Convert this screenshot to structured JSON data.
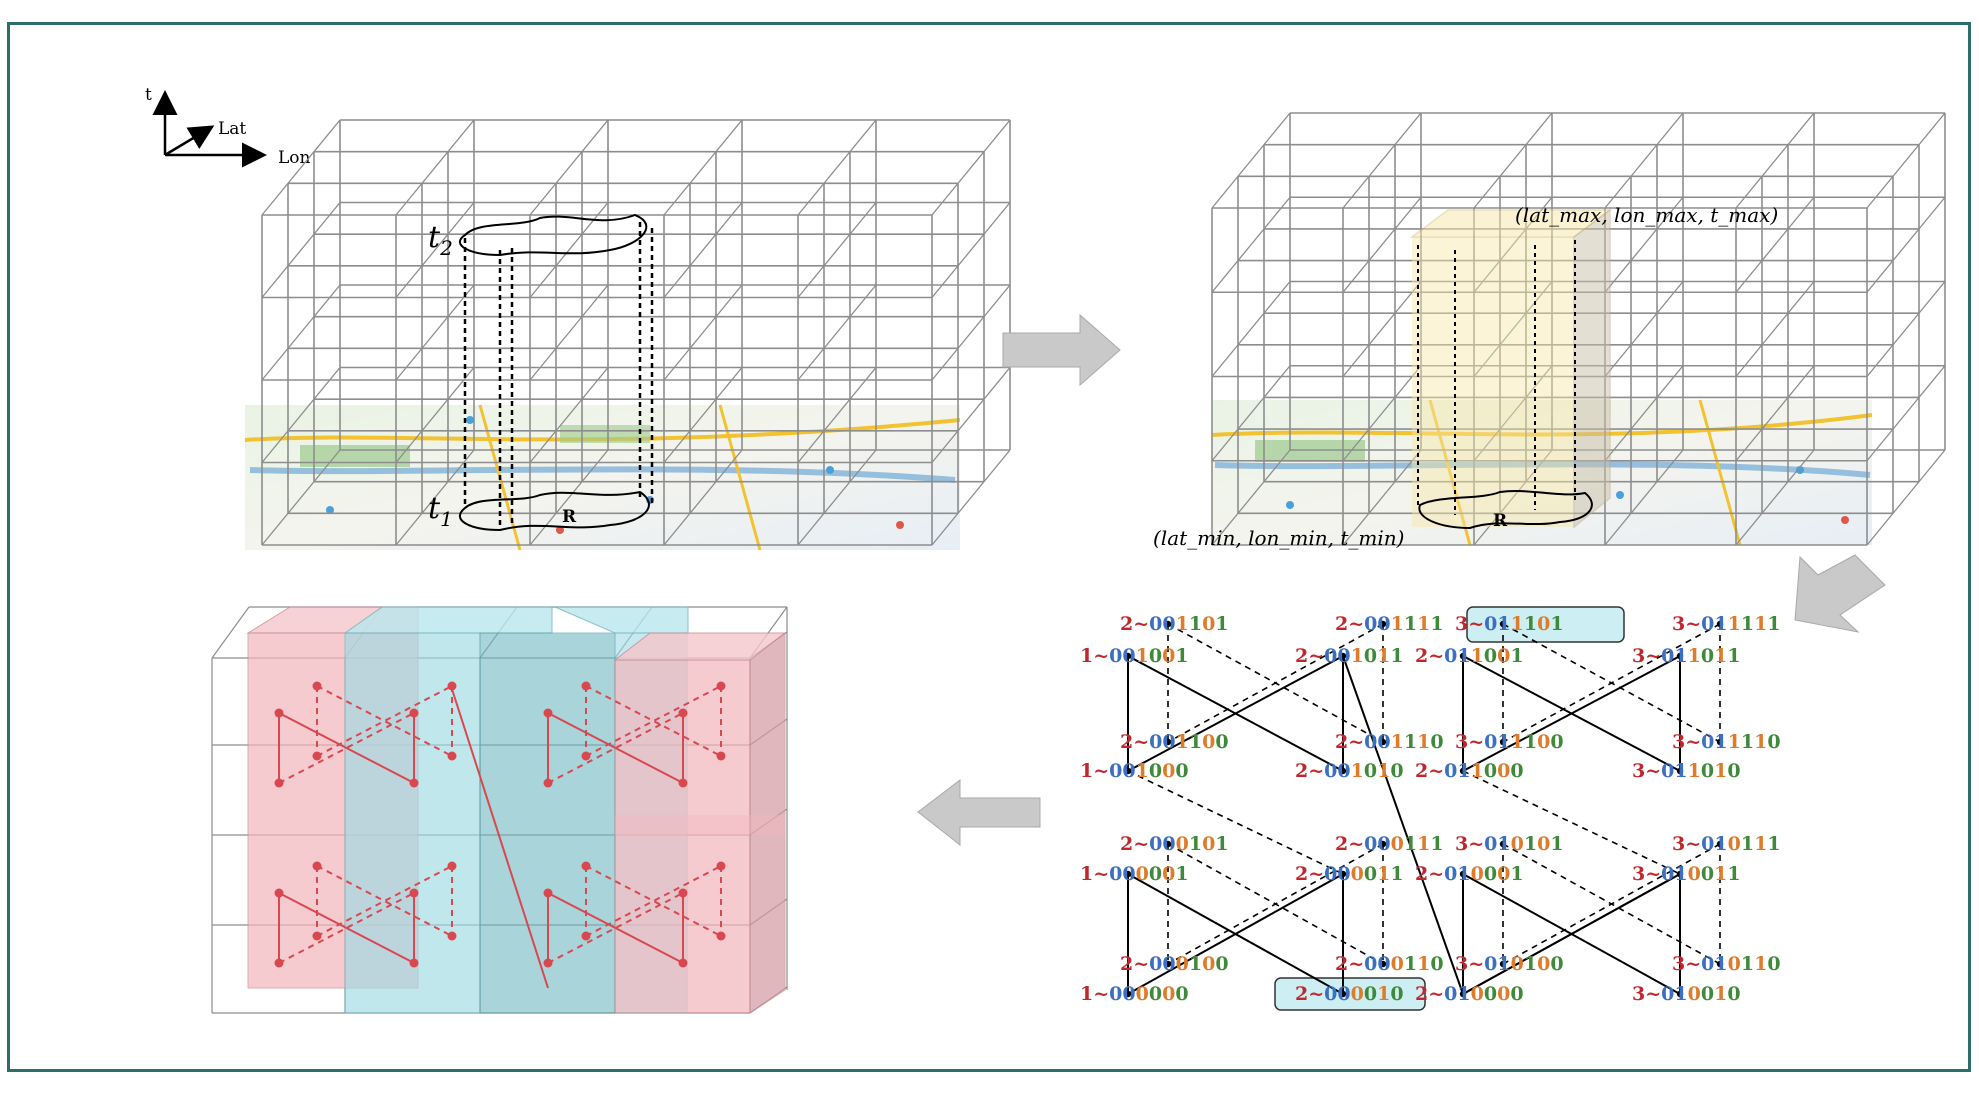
{
  "axes": {
    "t": "t",
    "lat": "Lat",
    "lon": "Lon"
  },
  "panel1": {
    "t2": "t",
    "t2_sub": "2",
    "t1": "t",
    "t1_sub": "1",
    "region": "R"
  },
  "panel2": {
    "max_label": "(lat_max, lon_max, t_max)",
    "min_label": "(lat_min, lon_min, t_min)",
    "region": "R"
  },
  "colors": {
    "frame": "#2b6e6a",
    "grid": "#8d8d8d",
    "arrow": "#c9c9c9",
    "level_digit": "#c0272d",
    "bit_blue": "#3a6fc2",
    "bit_orange": "#e07b2a",
    "bit_green": "#3f8a3a",
    "pink_block": "#f2b6bd",
    "cyan_block": "#9fdbe3",
    "highlight_box": "#cdeef2",
    "red_line": "#d9474f"
  },
  "code_rows": [
    [
      "2~001101",
      "2~001111",
      "3~011101",
      "3~011111"
    ],
    [
      "1~001001",
      "2~001011",
      "2~011001",
      "3~011011"
    ],
    [
      "2~001100",
      "2~001110",
      "3~011100",
      "3~011110"
    ],
    [
      "1~001000",
      "2~001010",
      "2~011000",
      "3~011010"
    ],
    [
      "2~000101",
      "2~000111",
      "3~010101",
      "3~010111"
    ],
    [
      "1~000001",
      "2~000011",
      "2~010001",
      "3~010011"
    ],
    [
      "2~000100",
      "2~000110",
      "3~010100",
      "3~010110"
    ],
    [
      "1~000000",
      "2~000010",
      "2~010000",
      "3~010010"
    ]
  ]
}
